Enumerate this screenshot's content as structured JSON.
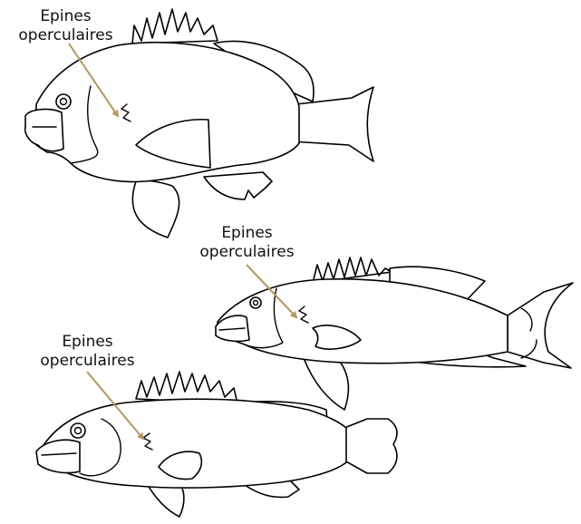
{
  "annotations": [
    {
      "line1": "Epines",
      "line2": "operculaires"
    },
    {
      "line1": "Epines",
      "line2": "operculaires"
    },
    {
      "line1": "Epines",
      "line2": "operculaires"
    }
  ],
  "colors": {
    "arrow": "#b8955a",
    "outline": "#000000",
    "background": "#ffffff"
  }
}
